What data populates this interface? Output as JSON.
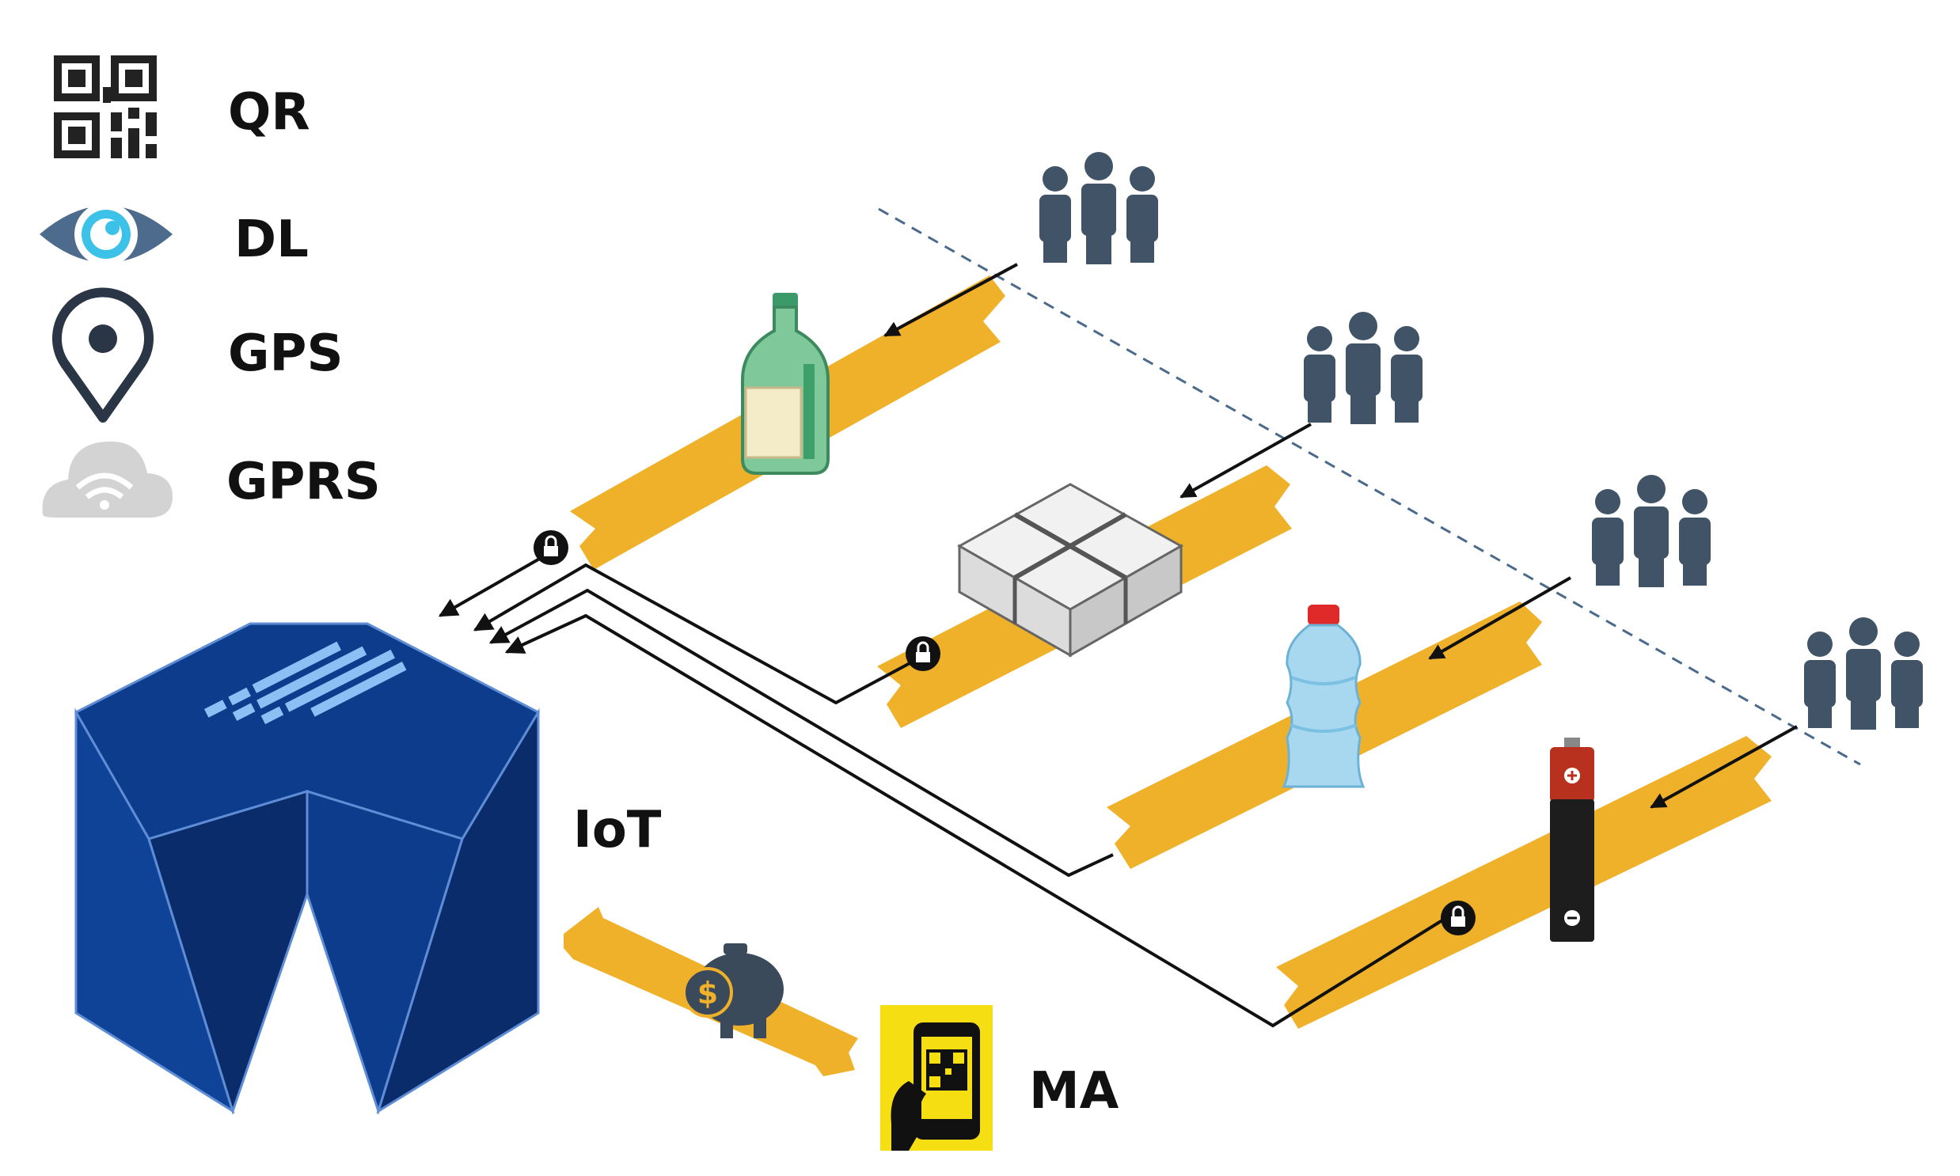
{
  "legend": {
    "qr": "QR",
    "dl": "DL",
    "gps": "GPS",
    "gprs": "GPRS"
  },
  "labels": {
    "iot": "IoT",
    "ma": "MA"
  },
  "icons": {
    "qr": "qr-code-icon",
    "dl": "eye-icon",
    "gps": "location-pin-icon",
    "gprs": "cloud-wifi-icon",
    "people": "people-group-icon",
    "lock": "lock-icon",
    "piggy": "piggy-bank-dollar-icon",
    "phone": "phone-qr-scan-icon"
  },
  "colors": {
    "belt": "#f0b12a",
    "building": "#0d3c8c",
    "building_dark": "#0a2c6a",
    "people": "#415366",
    "eye": "#4d6b8c",
    "eye_iris": "#3cc2e8",
    "cloud": "#cfcfcf",
    "ma_bg": "#f5df12"
  }
}
